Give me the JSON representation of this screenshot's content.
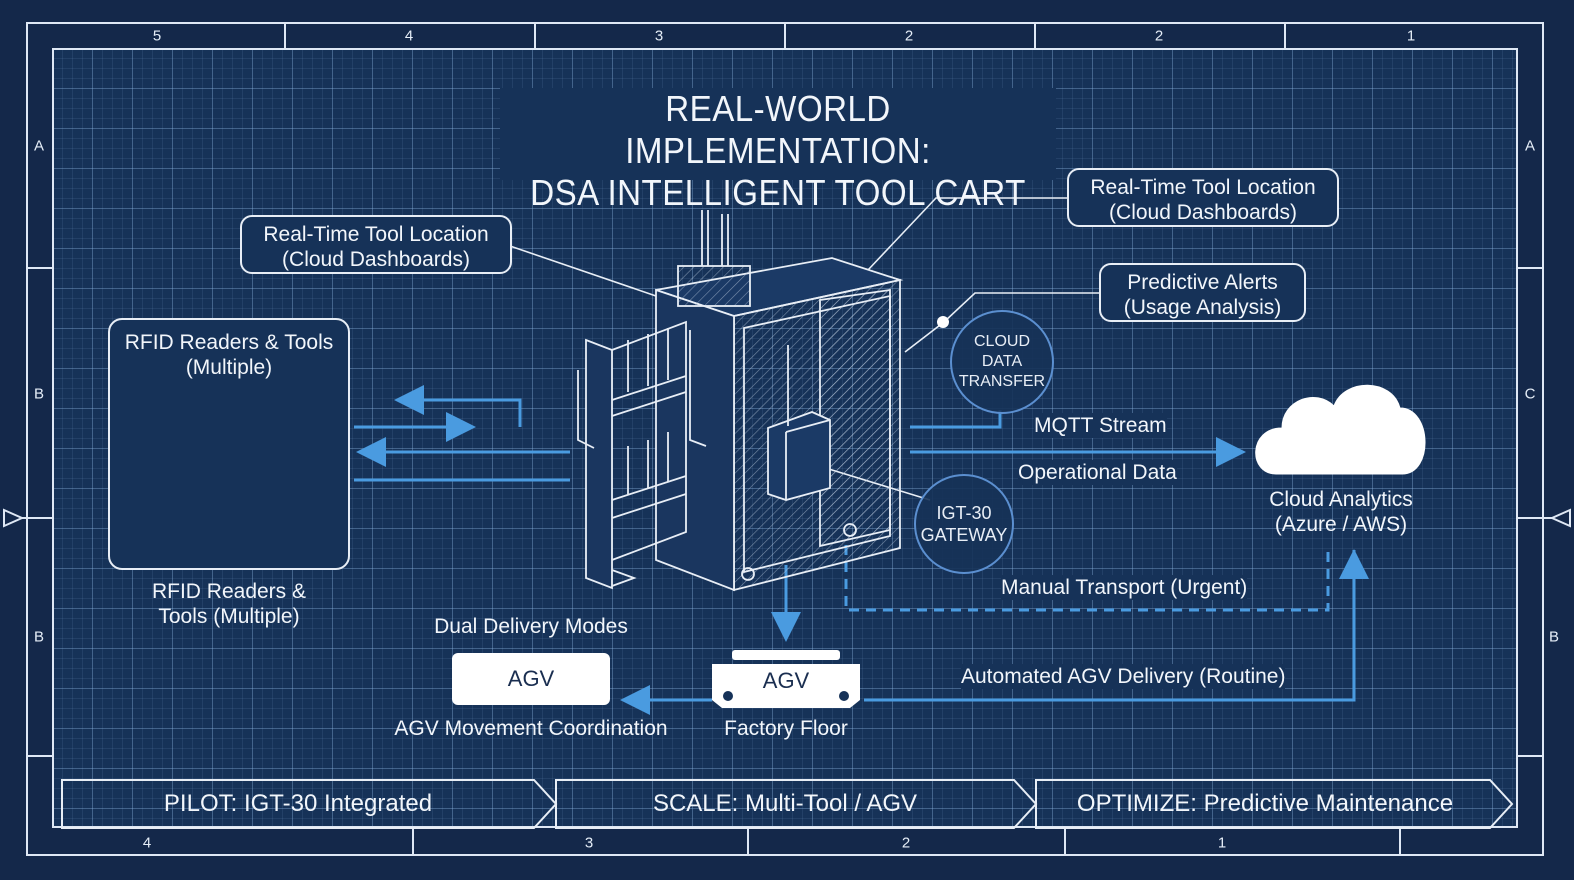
{
  "title": {
    "line1": "REAL-WORLD IMPLEMENTATION:",
    "line2": "DSA INTELLIGENT TOOL CART"
  },
  "border": {
    "top_labels": [
      "5",
      "4",
      "3",
      "2",
      "2",
      "1"
    ],
    "bottom_labels": [
      "4",
      "3",
      "2",
      "1"
    ],
    "left_labels": [
      "A",
      "B",
      "B"
    ],
    "right_labels": [
      "A",
      "C",
      "B"
    ]
  },
  "callouts": {
    "location_left": {
      "line1": "Real-Time Tool Location",
      "line2": "(Cloud Dashboards)"
    },
    "location_right": {
      "line1": "Real-Time Tool Location",
      "line2": "(Cloud Dashboards)"
    },
    "predictive": {
      "line1": "Predictive Alerts",
      "line2": "(Usage Analysis)"
    }
  },
  "rfid": {
    "box_line1": "RFID Readers & Tools",
    "box_line2": "(Multiple)",
    "caption_line1": "RFID Readers &",
    "caption_line2": "Tools (Multiple)",
    "tool_icons": [
      "screwdriver-icon",
      "tablet-icon",
      "drill-icon",
      "usb-stick-icon",
      "long-screwdriver-icon",
      "wrench-icon"
    ]
  },
  "cloud_transfer": {
    "line1": "CLOUD DATA",
    "line2": "TRANSFER"
  },
  "gateway": {
    "line1": "IGT-30",
    "line2": "GATEWAY"
  },
  "flows": {
    "mqtt": "MQTT Stream",
    "operational": "Operational Data",
    "manual": "Manual Transport (Urgent)",
    "automated": "Automated AGV Delivery (Routine)"
  },
  "cloud": {
    "line1": "Cloud Analytics",
    "line2": "(Azure / AWS)"
  },
  "delivery": {
    "heading": "Dual Delivery Modes",
    "agv_left_label": "AGV",
    "agv_left_caption": "AGV Movement Coordination",
    "agv_right_label": "AGV",
    "agv_right_caption": "Factory Floor"
  },
  "stages": [
    {
      "label": "PILOT: IGT-30 Integrated"
    },
    {
      "label": "SCALE: Multi-Tool / AGV"
    },
    {
      "label": "OPTIMIZE: Predictive Maintenance"
    }
  ],
  "colors": {
    "background": "#14284a",
    "grid": "#163258",
    "accent_blue": "#4a9be0",
    "line_white": "#e8eef6"
  }
}
